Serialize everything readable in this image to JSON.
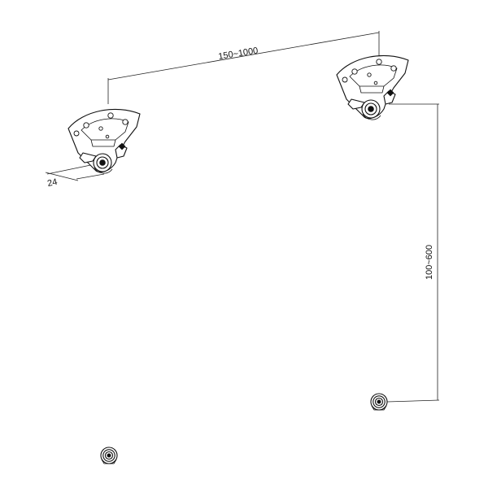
{
  "dimensions": {
    "width_label": "150~1000",
    "height_label": "100~600",
    "depth_label": "24"
  },
  "colors": {
    "line": "#111111",
    "background": "#ffffff"
  },
  "parts": {
    "top_brackets": 2,
    "bottom_spacers": 2
  }
}
